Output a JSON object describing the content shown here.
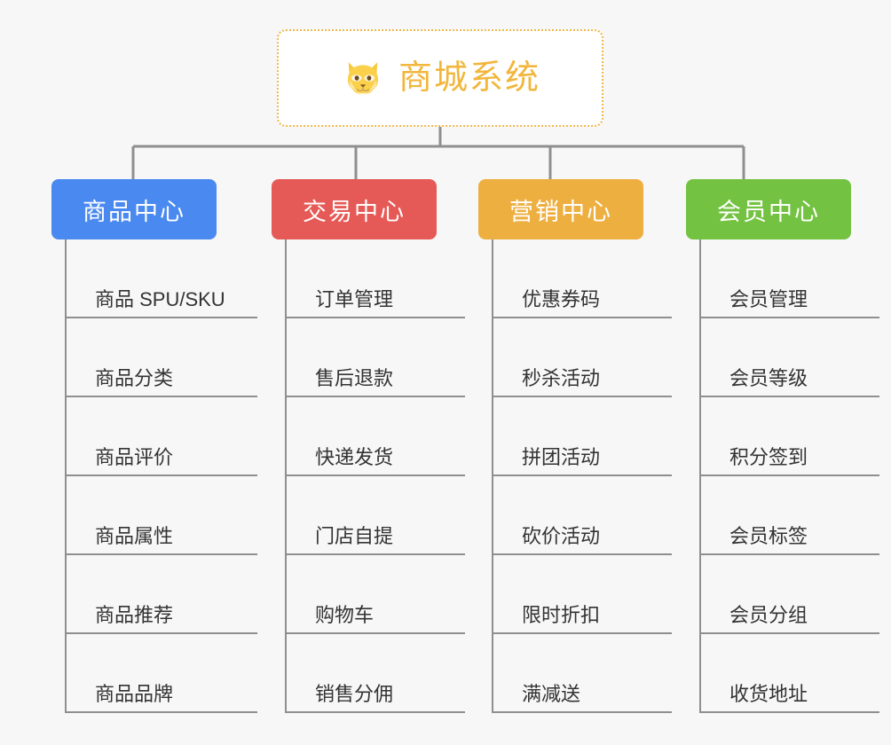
{
  "page": {
    "background_color": "#f7f7f7",
    "line_color": "#8f8f8f",
    "text_color": "#333333"
  },
  "root": {
    "title": "商城系统",
    "icon": "shiba-dog-face-icon",
    "border_color": "#f0b849",
    "title_color": "#f2b63c",
    "background_color": "#ffffff"
  },
  "branches": [
    {
      "label": "商品中心",
      "color": "#4a89ef",
      "items": [
        {
          "label": "商品 SPU/SKU"
        },
        {
          "label": "商品分类"
        },
        {
          "label": "商品评价"
        },
        {
          "label": "商品属性"
        },
        {
          "label": "商品推荐"
        },
        {
          "label": "商品品牌"
        }
      ]
    },
    {
      "label": "交易中心",
      "color": "#e55a56",
      "items": [
        {
          "label": "订单管理"
        },
        {
          "label": "售后退款"
        },
        {
          "label": "快递发货"
        },
        {
          "label": "门店自提"
        },
        {
          "label": "购物车"
        },
        {
          "label": "销售分佣"
        }
      ]
    },
    {
      "label": "营销中心",
      "color": "#eeaf41",
      "items": [
        {
          "label": "优惠券码"
        },
        {
          "label": "秒杀活动"
        },
        {
          "label": "拼团活动"
        },
        {
          "label": "砍价活动"
        },
        {
          "label": "限时折扣"
        },
        {
          "label": "满减送"
        }
      ]
    },
    {
      "label": "会员中心",
      "color": "#73c241",
      "items": [
        {
          "label": "会员管理"
        },
        {
          "label": "会员等级"
        },
        {
          "label": "积分签到"
        },
        {
          "label": "会员标签"
        },
        {
          "label": "会员分组"
        },
        {
          "label": "收货地址"
        }
      ]
    }
  ]
}
